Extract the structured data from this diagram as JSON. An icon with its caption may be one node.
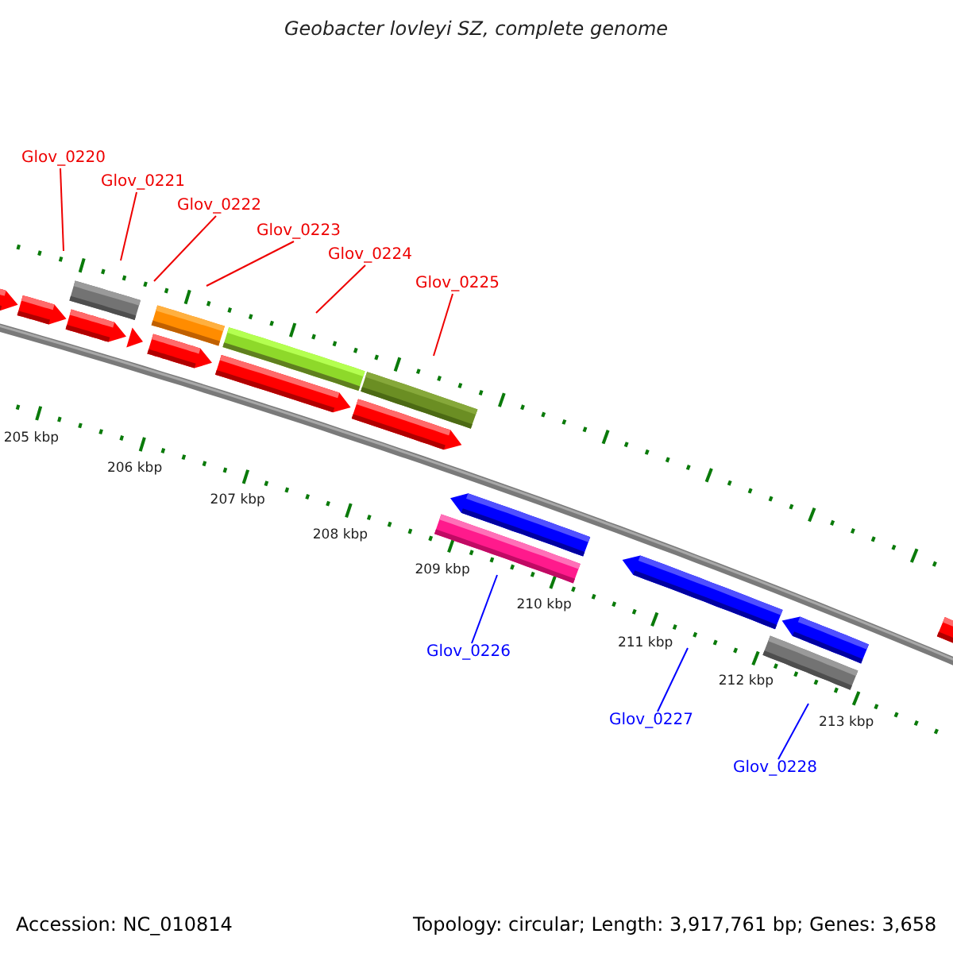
{
  "diagram": {
    "title": "Geobacter lovleyi SZ, complete genome",
    "nodes": [
      {
        "text": [
          "Glov_0220"
        ]
      },
      {
        "text": [
          "Glov_0221"
        ]
      },
      {
        "text": [
          "Glov_0222"
        ]
      },
      {
        "text": [
          "Glov_0223"
        ]
      },
      {
        "text": [
          "Glov_0224"
        ]
      },
      {
        "text": [
          "Glov_0225"
        ]
      },
      {
        "text": [
          "Glov_0226"
        ]
      },
      {
        "text": [
          "Glov_0227"
        ]
      },
      {
        "text": [
          "Glov_0228"
        ]
      }
    ],
    "edges": [
      {
        "from": 0,
        "to": null,
        "arrow": "none"
      },
      {
        "from": 1,
        "to": null,
        "arrow": "none"
      },
      {
        "from": 2,
        "to": null,
        "arrow": "none"
      },
      {
        "from": 3,
        "to": null,
        "arrow": "none"
      },
      {
        "from": 4,
        "to": null,
        "arrow": "none"
      },
      {
        "from": 5,
        "to": null,
        "arrow": "none"
      },
      {
        "from": 6,
        "to": null,
        "arrow": "none",
        "color": "#0000ff"
      },
      {
        "from": 7,
        "to": null,
        "arrow": "none",
        "color": "#0000ff"
      },
      {
        "from": 8,
        "to": null,
        "arrow": "none",
        "color": "#0000ff"
      }
    ],
    "labels": [
      "205 kbp",
      "206 kbp",
      "207 kbp",
      "208 kbp",
      "209 kbp",
      "210 kbp",
      "211 kbp",
      "212 kbp",
      "213 kbp",
      "Accession: NC_010814",
      "Topology: circular; Length: 3,917,761 bp; Genes: 3,658"
    ]
  }
}
